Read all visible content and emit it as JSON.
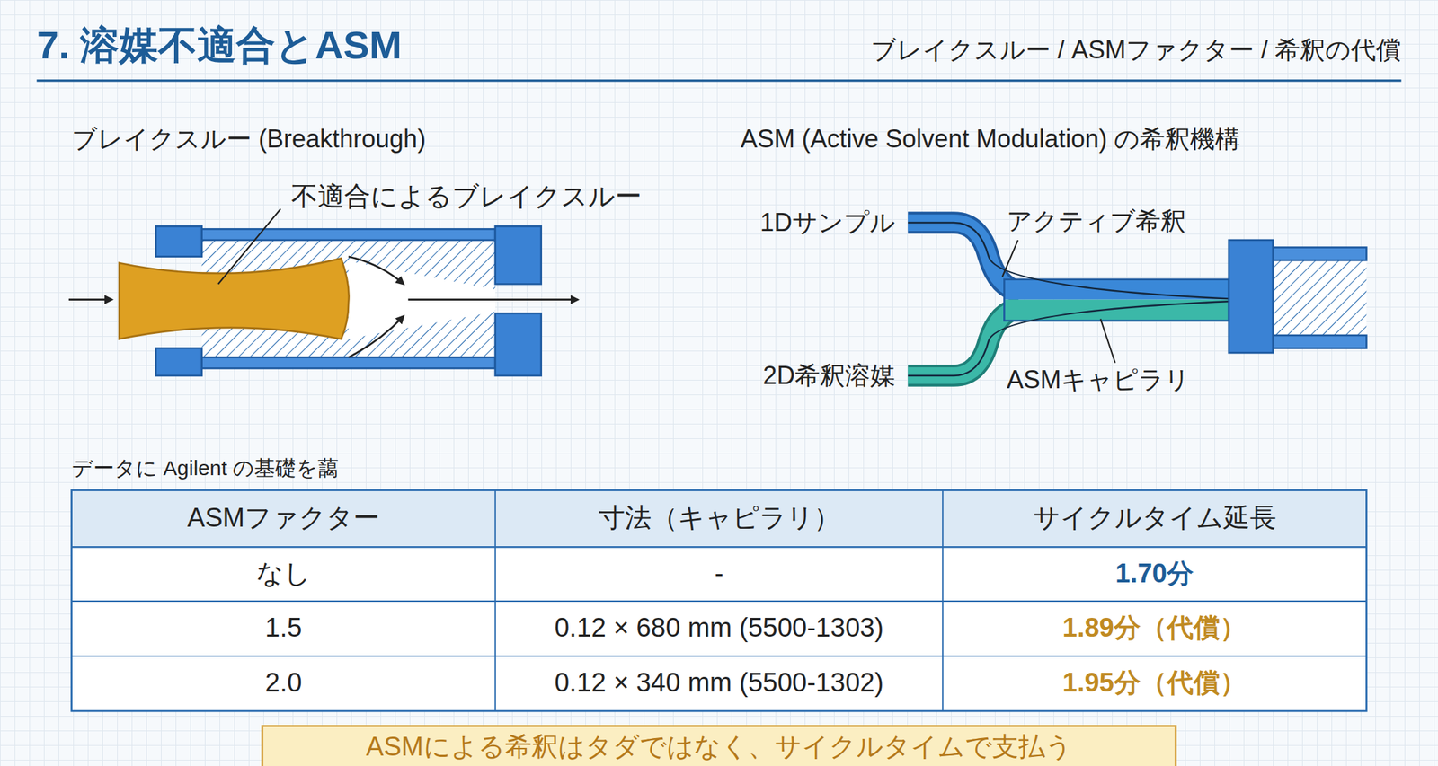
{
  "diagram": {
    "title": "7. 溶媒不適合とASM",
    "nodes": [
      {
        "text": [
          "ASMによる希釈はタダではなく、サイクルタイムで支払う"
        ]
      }
    ],
    "labels": [
      "ブレイクスルー / ASMファクター / 希釈の代償",
      "ブレイクスルー (Breakthrough)",
      "不適合によるブレイクスルー",
      "ASM (Active Solvent Modulation) の希釈機構",
      "1Dサンプル",
      "アクティブ希釈",
      "2D希釈溶媒",
      "ASMキャピラリ",
      "データに Agilent の基礎を藹",
      "ASMファクター",
      "寸法（キャピラリ）",
      "サイクルタイム延長",
      "なし",
      "-",
      "1.70分",
      "1.5",
      "0.12 × 680 mm (5500-1303)",
      "1.89分（代償）",
      "2.0",
      "0.12 × 340 mm (5500-1302)",
      "1.95分（代償）"
    ]
  }
}
